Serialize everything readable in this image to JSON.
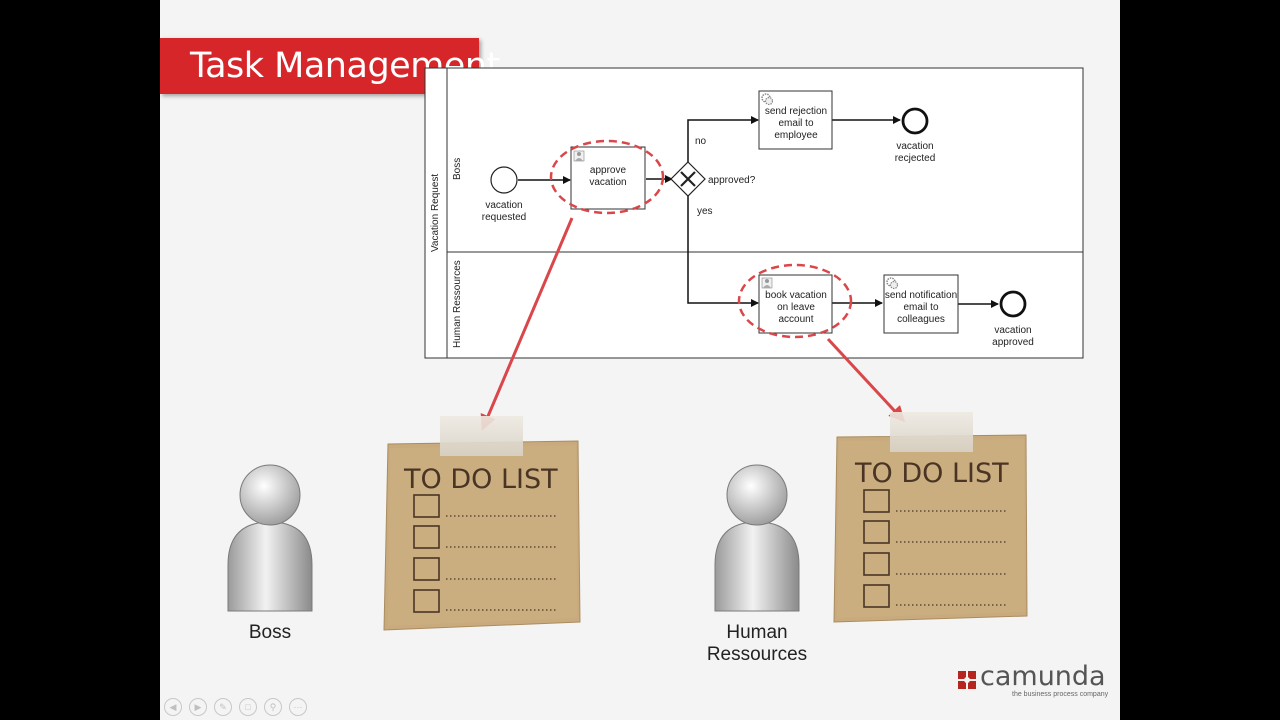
{
  "slide": {
    "title": "Task Management"
  },
  "pool": {
    "name": "Vacation Request",
    "lanes": [
      "Boss",
      "Human Ressources"
    ]
  },
  "bpmn": {
    "start_label_1": "vacation",
    "start_label_2": "requested",
    "approve_1": "approve",
    "approve_2": "vacation",
    "gateway_label": "approved?",
    "flow_no": "no",
    "flow_yes": "yes",
    "reject_1": "send rejection",
    "reject_2": "email to",
    "reject_3": "employee",
    "end_rejected_1": "vacation",
    "end_rejected_2": "recjected",
    "book_1": "book vacation",
    "book_2": "on leave",
    "book_3": "account",
    "notify_1": "send notification",
    "notify_2": "email to",
    "notify_3": "colleagues",
    "end_approved_1": "vacation",
    "end_approved_2": "approved"
  },
  "todo": {
    "title": "TO DO LIST",
    "checkbox_count": 4
  },
  "people": {
    "boss": "Boss",
    "hr_1": "Human",
    "hr_2": "Ressources"
  },
  "logo": {
    "name": "camunda",
    "tagline": "the business process company"
  },
  "colors": {
    "accent": "#d6262a",
    "arrow": "#d9474a",
    "note": "#c8aa7c"
  },
  "icons": [
    "user-task-icon",
    "service-task-icon",
    "exclusive-gateway-icon",
    "person-icon",
    "camunda-logo-icon"
  ],
  "nav": [
    "prev-icon",
    "next-icon",
    "pen-icon",
    "slides-icon",
    "zoom-icon",
    "more-icon"
  ]
}
